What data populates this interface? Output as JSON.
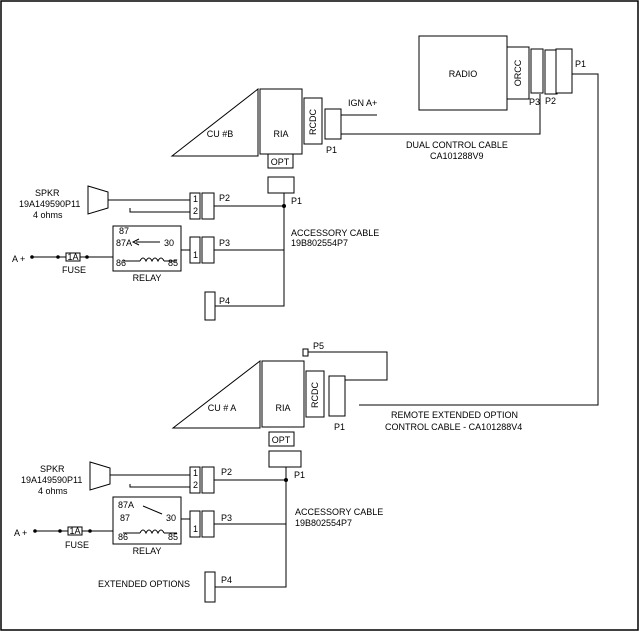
{
  "radio": {
    "label": "RADIO",
    "orcc": "ORCC",
    "p3": "P3",
    "p2": "P2",
    "p1": "P1"
  },
  "cu_b": {
    "label": "CU #B",
    "ria": "RIA",
    "rcdc": "RCDC",
    "ign": "IGN A+",
    "opt": "OPT",
    "p1": "P1",
    "opt_p1": "P1",
    "cable_line1": "DUAL CONTROL CABLE",
    "cable_line2": "CA101288V9"
  },
  "accessory_b": {
    "spkr": "SPKR",
    "spkr_part": "19A149590P11",
    "spkr_ohms": "4 ohms",
    "pin1": "1",
    "pin2": "2",
    "p2": "P2",
    "relay_87": "87",
    "relay_87a": "87A",
    "relay_30": "30",
    "relay_86": "86",
    "relay_85": "85",
    "relay": "RELAY",
    "a_plus": "A +",
    "fuse_value": "1A",
    "fuse": "FUSE",
    "p3_pin": "1",
    "p3": "P3",
    "p4": "P4",
    "cable_line1": "ACCESSORY CABLE",
    "cable_line2": "19B802554P7"
  },
  "cu_a": {
    "label": "CU # A",
    "ria": "RIA",
    "rcdc": "RCDC",
    "p5": "P5",
    "opt": "OPT",
    "p1": "P1",
    "opt_p1": "P1",
    "cable_line1": "REMOTE EXTENDED OPTION",
    "cable_line2": "CONTROL CABLE - CA101288V4"
  },
  "accessory_a": {
    "spkr": "SPKR",
    "spkr_part": "19A149590P11",
    "spkr_ohms": "4 ohms",
    "pin1": "1",
    "pin2": "2",
    "p2": "P2",
    "relay_87a": "87A",
    "relay_87": "87",
    "relay_30": "30",
    "relay_86": "86",
    "relay_85": "85",
    "relay": "RELAY",
    "a_plus": "A +",
    "fuse_value": "1A",
    "fuse": "FUSE",
    "p3_pin": "1",
    "p3": "P3",
    "p4": "P4",
    "extended": "EXTENDED OPTIONS",
    "cable_line1": "ACCESSORY CABLE",
    "cable_line2": "19B802554P7"
  }
}
